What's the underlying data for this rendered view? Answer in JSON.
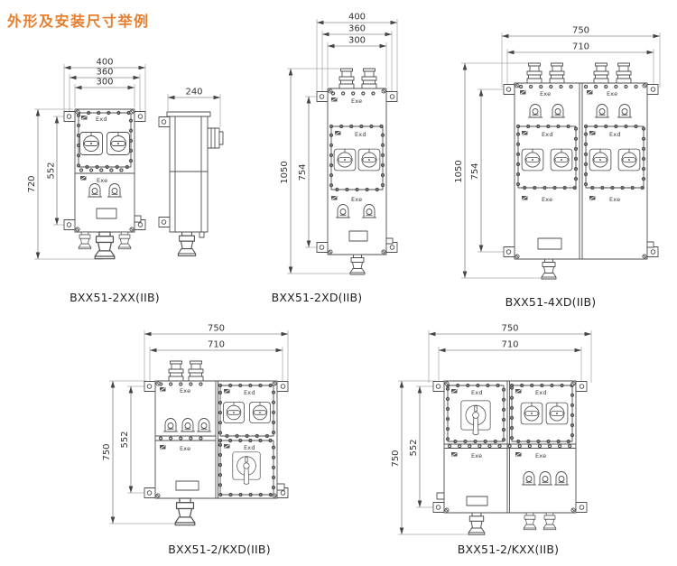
{
  "page": {
    "title": "外形及安装尺寸举例",
    "title_color": "#E87E2D",
    "line_color": "#4f4f4f"
  },
  "labels": {
    "exd": "Exd",
    "exe": "Exe"
  },
  "drawings": {
    "d1": {
      "caption": "BXX51-2XX(IIB)",
      "dims": {
        "outer_w": "400",
        "mid_w": "360",
        "inner_w": "300",
        "height": "720",
        "mount_h": "552",
        "depth": "240"
      }
    },
    "d2": {
      "caption": "BXX51-2XD(IIB)",
      "dims": {
        "outer_w": "400",
        "mid_w": "360",
        "inner_w": "300",
        "height": "1050",
        "mount_h": "754"
      }
    },
    "d3": {
      "caption": "BXX51-4XD(IIB)",
      "dims": {
        "outer_w": "750",
        "mount_w": "710",
        "height": "1050",
        "mount_h": "754"
      }
    },
    "d4": {
      "caption": "BXX51-2/KXD(IIB)",
      "dims": {
        "outer_w": "750",
        "mount_w": "710",
        "height": "750",
        "mount_h": "552"
      }
    },
    "d5": {
      "caption": "BXX51-2/KXX(IIB)",
      "dims": {
        "outer_w": "750",
        "mount_w": "710",
        "height": "750",
        "mount_h": "552"
      }
    }
  }
}
